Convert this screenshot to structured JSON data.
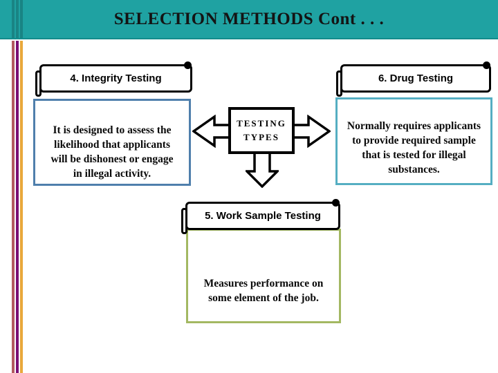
{
  "slide": {
    "title": "SELECTION METHODS Cont . . ."
  },
  "colors": {
    "header_teal": "#1FA2A2",
    "band_edge": "#128C8C",
    "stripe_red": "#B35A60",
    "stripe_purple": "#7A0F75",
    "stripe_orange": "#E9A83B",
    "integrity_border": "#4F7FAC",
    "drug_border": "#55AEC2",
    "work_border": "#A3B862",
    "shape_outline": "#000000"
  },
  "center_shape": {
    "lines": [
      "TESTING",
      "TYPES"
    ]
  },
  "sections": {
    "integrity": {
      "heading": "4. Integrity Testing",
      "body_lines": [
        "It is designed to assess the",
        "likelihood that applicants",
        "will be dishonest or engage",
        "in illegal activity."
      ]
    },
    "drug": {
      "heading": "6. Drug Testing",
      "body_lines": [
        "Normally requires applicants",
        "to provide required sample",
        "that is tested for illegal",
        "substances."
      ]
    },
    "work_sample": {
      "heading": "5. Work Sample Testing",
      "body_lines": [
        "Measures performance on",
        "some element of the job."
      ]
    }
  }
}
